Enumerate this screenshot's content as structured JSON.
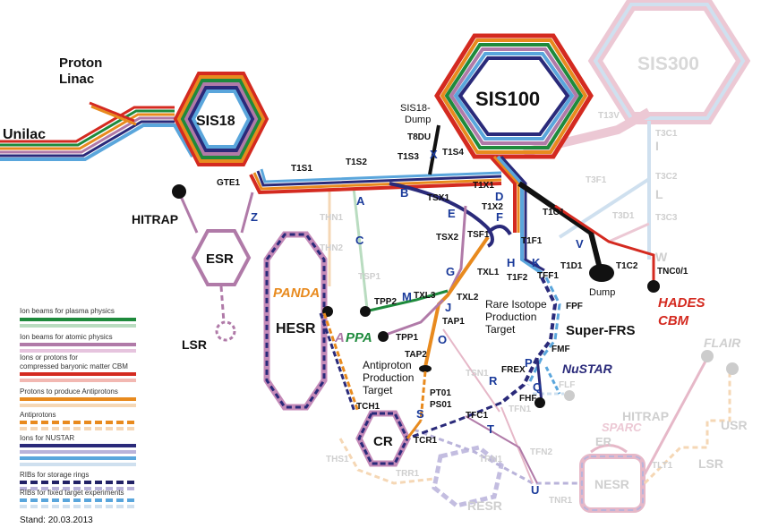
{
  "colors": {
    "plasma": "#1e8a3c",
    "atomic": "#b07aa8",
    "cbm": "#d42a20",
    "antiproton_protons": "#e88a1e",
    "nustar": "#2a2a7a",
    "nustar_light": "#5aa6dc",
    "rib_storage": "#222266",
    "rib_fixed": "#5aa6dc",
    "future": "#e6b8c8"
  },
  "machines": {
    "unilac": "Unilac",
    "proton_linac": "Proton\nLinac",
    "sis18": "SIS18",
    "sis100": "SIS100",
    "sis300": "SIS300",
    "esr": "ESR",
    "lsr": "LSR",
    "hesr": "HESR",
    "cr": "CR",
    "resr": "RESR",
    "nesr": "NESR",
    "hitrap_left": "HITRAP",
    "hitrap_right": "HITRAP",
    "usr": "USR",
    "lsr_right": "LSR",
    "er": "ER"
  },
  "experiments": {
    "panda": "PANDA",
    "appa_a": "A",
    "appa_p1": "PPA",
    "super_frs": "Super-FRS",
    "nustar": "NuSTAR",
    "hades": "HADES",
    "cbm": "CBM",
    "flair": "FLAIR",
    "sparc": "SPARC"
  },
  "targets": {
    "sis18_dump_1": "SIS18-",
    "sis18_dump_2": "Dump",
    "dump": "Dump",
    "rare_1": "Rare Isotope",
    "rare_2": "Production",
    "rare_3": "Target",
    "anti_1": "Antiproton",
    "anti_2": "Production",
    "anti_3": "Target"
  },
  "beamlines": {
    "gte1": "GTE1",
    "t1s1": "T1S1",
    "t1s2": "T1S2",
    "t1s3": "T1S3",
    "t1s4": "T1S4",
    "t8du": "T8DU",
    "t1x1": "T1X1",
    "t1x2": "T1X2",
    "t1c1": "T1C1",
    "t1f1": "T1F1",
    "t1f2": "T1F2",
    "t1d1": "T1D1",
    "t1c2": "T1C2",
    "tnc01": "TNC0/1",
    "tsx1": "TSX1",
    "tsx2": "TSX2",
    "tsf1": "TSF1",
    "txl1": "TXL1",
    "txl2": "TXL2",
    "txl3": "TXL3",
    "tpp1": "TPP1",
    "tpp2": "TPP2",
    "tap1": "TAP1",
    "tap2": "TAP2",
    "tff1": "TFF1",
    "fpf": "FPF",
    "fmf": "FMF",
    "frex": "FREX",
    "flf": "FLF",
    "fhf": "FHF",
    "pt01": "PT01",
    "ps01": "PS01",
    "tch1": "TCH1",
    "tcr1": "TCR1",
    "tfc1": "TFC1",
    "tsn1": "TSN1",
    "tfn1": "TFN1",
    "tfn2": "TFN2",
    "trn1": "TRN1",
    "trr1": "TRR1",
    "tnr1": "TNR1",
    "ths1": "THS1",
    "tlt1": "TLT1",
    "thn1": "THN1",
    "thn2": "THN2",
    "tsp1": "TSP1",
    "t13v": "T13V",
    "t3c1": "T3C1",
    "t3c2": "T3C2",
    "t3c3": "T3C3",
    "t3f1": "T3F1",
    "t3d1": "T3D1",
    "i": "I",
    "l": "L",
    "w": "W"
  },
  "sections": [
    "A",
    "B",
    "C",
    "D",
    "E",
    "F",
    "G",
    "H",
    "J",
    "K",
    "M",
    "O",
    "P",
    "Q",
    "R",
    "S",
    "T",
    "U",
    "V",
    "X",
    "Z"
  ],
  "legend": {
    "items": [
      "Ion beams for plasma physics",
      "Ion beams for atomic physics",
      "Ions or protons for\ncompressed baryonic matter CBM",
      "Protons to produce Antiprotons",
      "Antiprotons",
      "Ions for NUSTAR",
      "RIBs for storage rings",
      "RIBs for fixed target experiments"
    ],
    "stand": "Stand: 20.03.2013"
  }
}
